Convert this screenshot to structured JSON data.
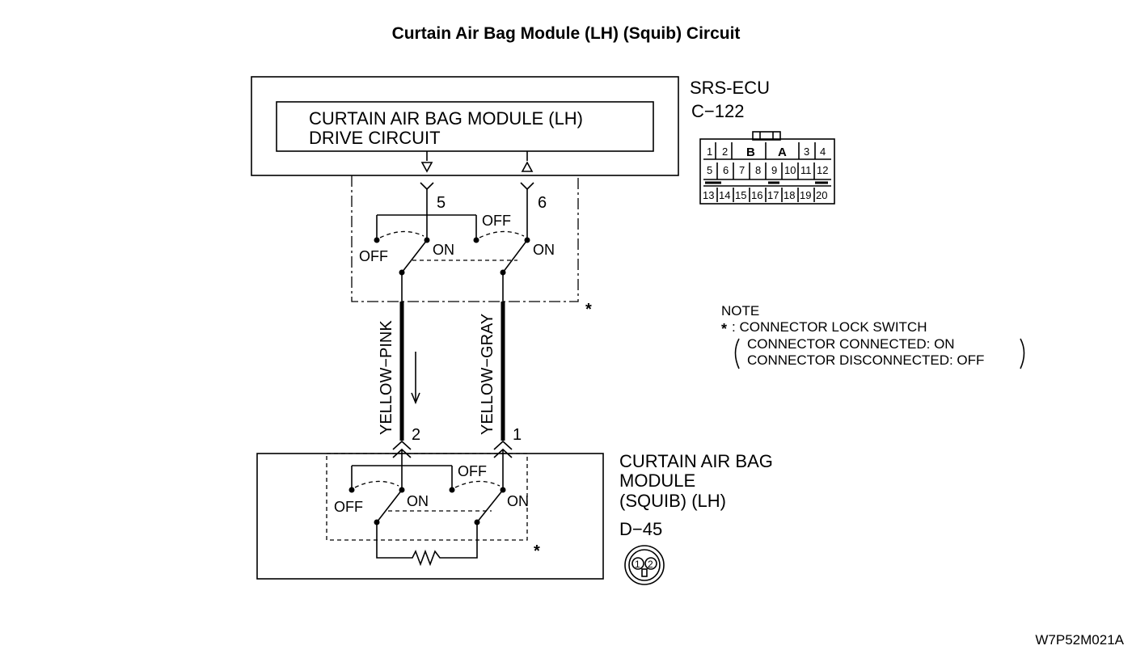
{
  "title": "Curtain Air Bag Module (LH) (Squib) Circuit",
  "ecu": {
    "name": "SRS-ECU",
    "connector": "C−122",
    "inner_label_line1": "CURTAIN AIR BAG MODULE (LH)",
    "inner_label_line2": "DRIVE CIRCUIT",
    "pin_left": "5",
    "pin_right": "6",
    "connector_pins_row1": [
      "1",
      "2",
      "B",
      "A",
      "3",
      "4"
    ],
    "connector_pins_row2": [
      "5",
      "6",
      "7",
      "8",
      "9",
      "10",
      "11",
      "12"
    ],
    "connector_pins_row3": [
      "13",
      "14",
      "15",
      "16",
      "17",
      "18",
      "19",
      "20"
    ]
  },
  "switch_labels": {
    "off": "OFF",
    "on": "ON",
    "star": "*"
  },
  "wires": {
    "left": "YELLOW−PINK",
    "right": "YELLOW−GRAY"
  },
  "module": {
    "name_line1": "CURTAIN AIR BAG",
    "name_line2": "MODULE",
    "name_line3": "(SQUIB) (LH)",
    "connector": "D−45",
    "pin_left": "2",
    "pin_right": "1",
    "connector_pins": [
      "1",
      "2"
    ]
  },
  "note": {
    "heading": "NOTE",
    "line1_star": "*",
    "line1": ": CONNECTOR LOCK SWITCH",
    "line2": "CONNECTOR CONNECTED: ON",
    "line3": "CONNECTOR DISCONNECTED: OFF"
  },
  "figure_code": "W7P52M021A"
}
